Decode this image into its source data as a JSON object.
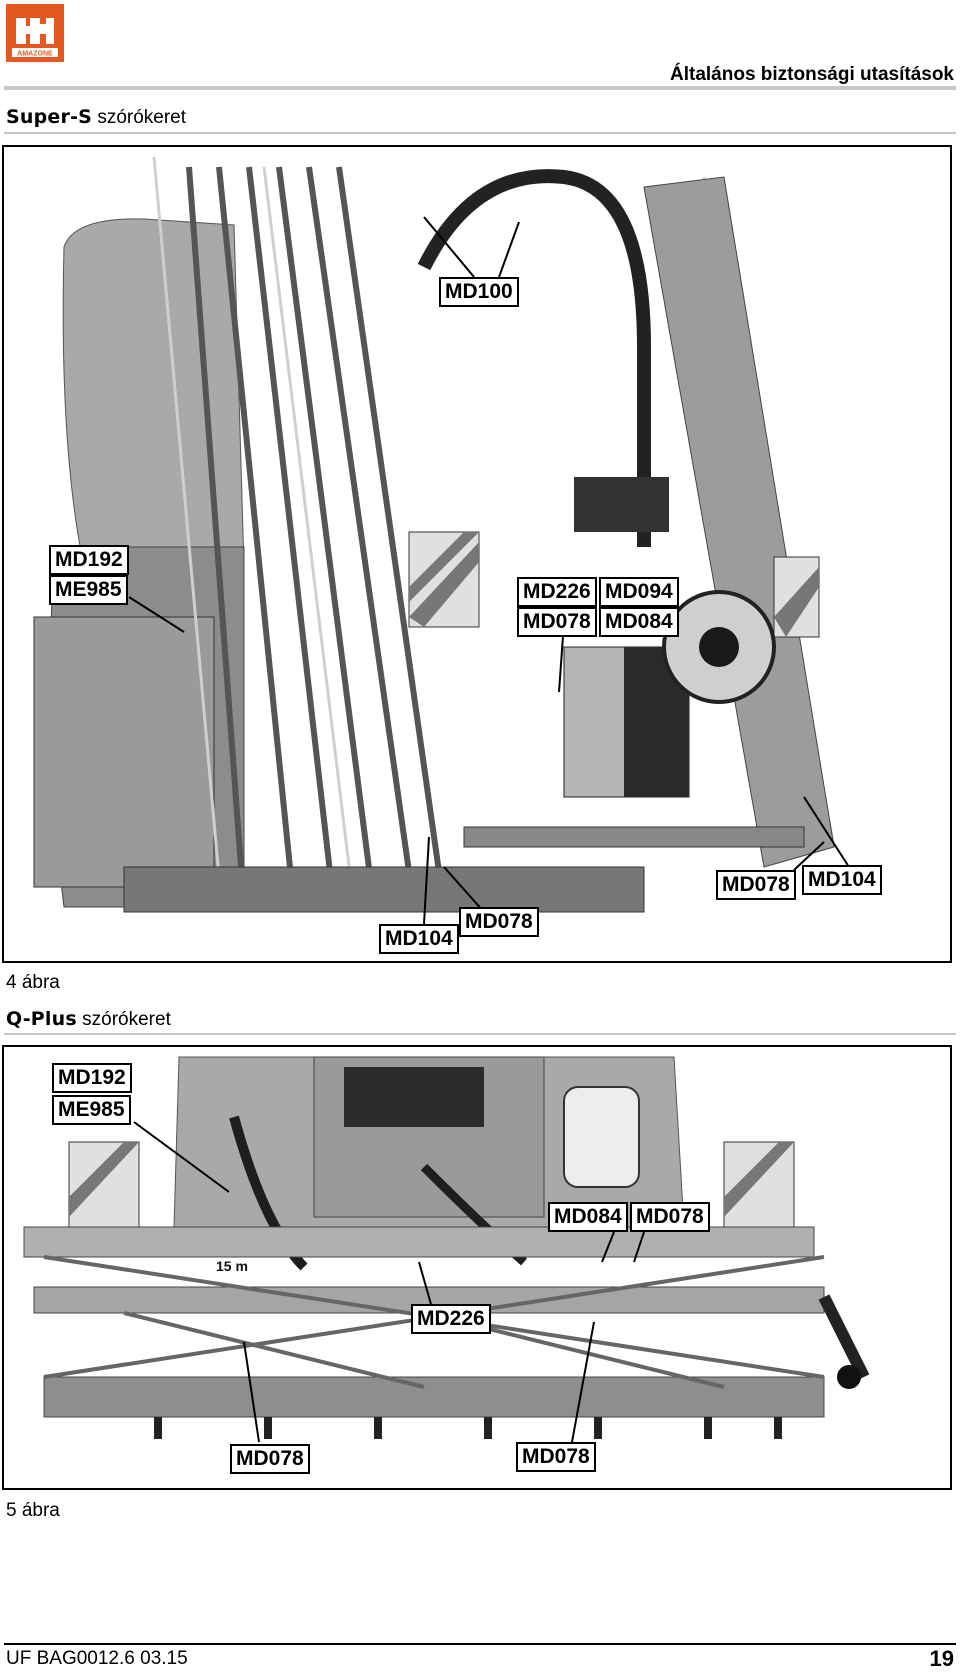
{
  "header": {
    "logo_text": "AMAZONE",
    "title": "Általános biztonsági utasítások"
  },
  "section1": {
    "brand": "Super-S",
    "title": "szórókeret",
    "caption": "4 ábra",
    "callouts": [
      "MD100",
      "MD192",
      "ME985",
      "MD226",
      "MD094",
      "MD078",
      "MD084",
      "MD078",
      "MD104",
      "MD104",
      "MD078"
    ]
  },
  "section2": {
    "brand": "Q-Plus",
    "title": "szórókeret",
    "caption": "5 ábra",
    "boom_label": "15 m",
    "callouts": [
      "MD192",
      "ME985",
      "MD084",
      "MD078",
      "MD226",
      "MD078",
      "MD078"
    ]
  },
  "footer": {
    "doc_ref": "UF  BAG0012.6  03.15",
    "page": "19"
  }
}
